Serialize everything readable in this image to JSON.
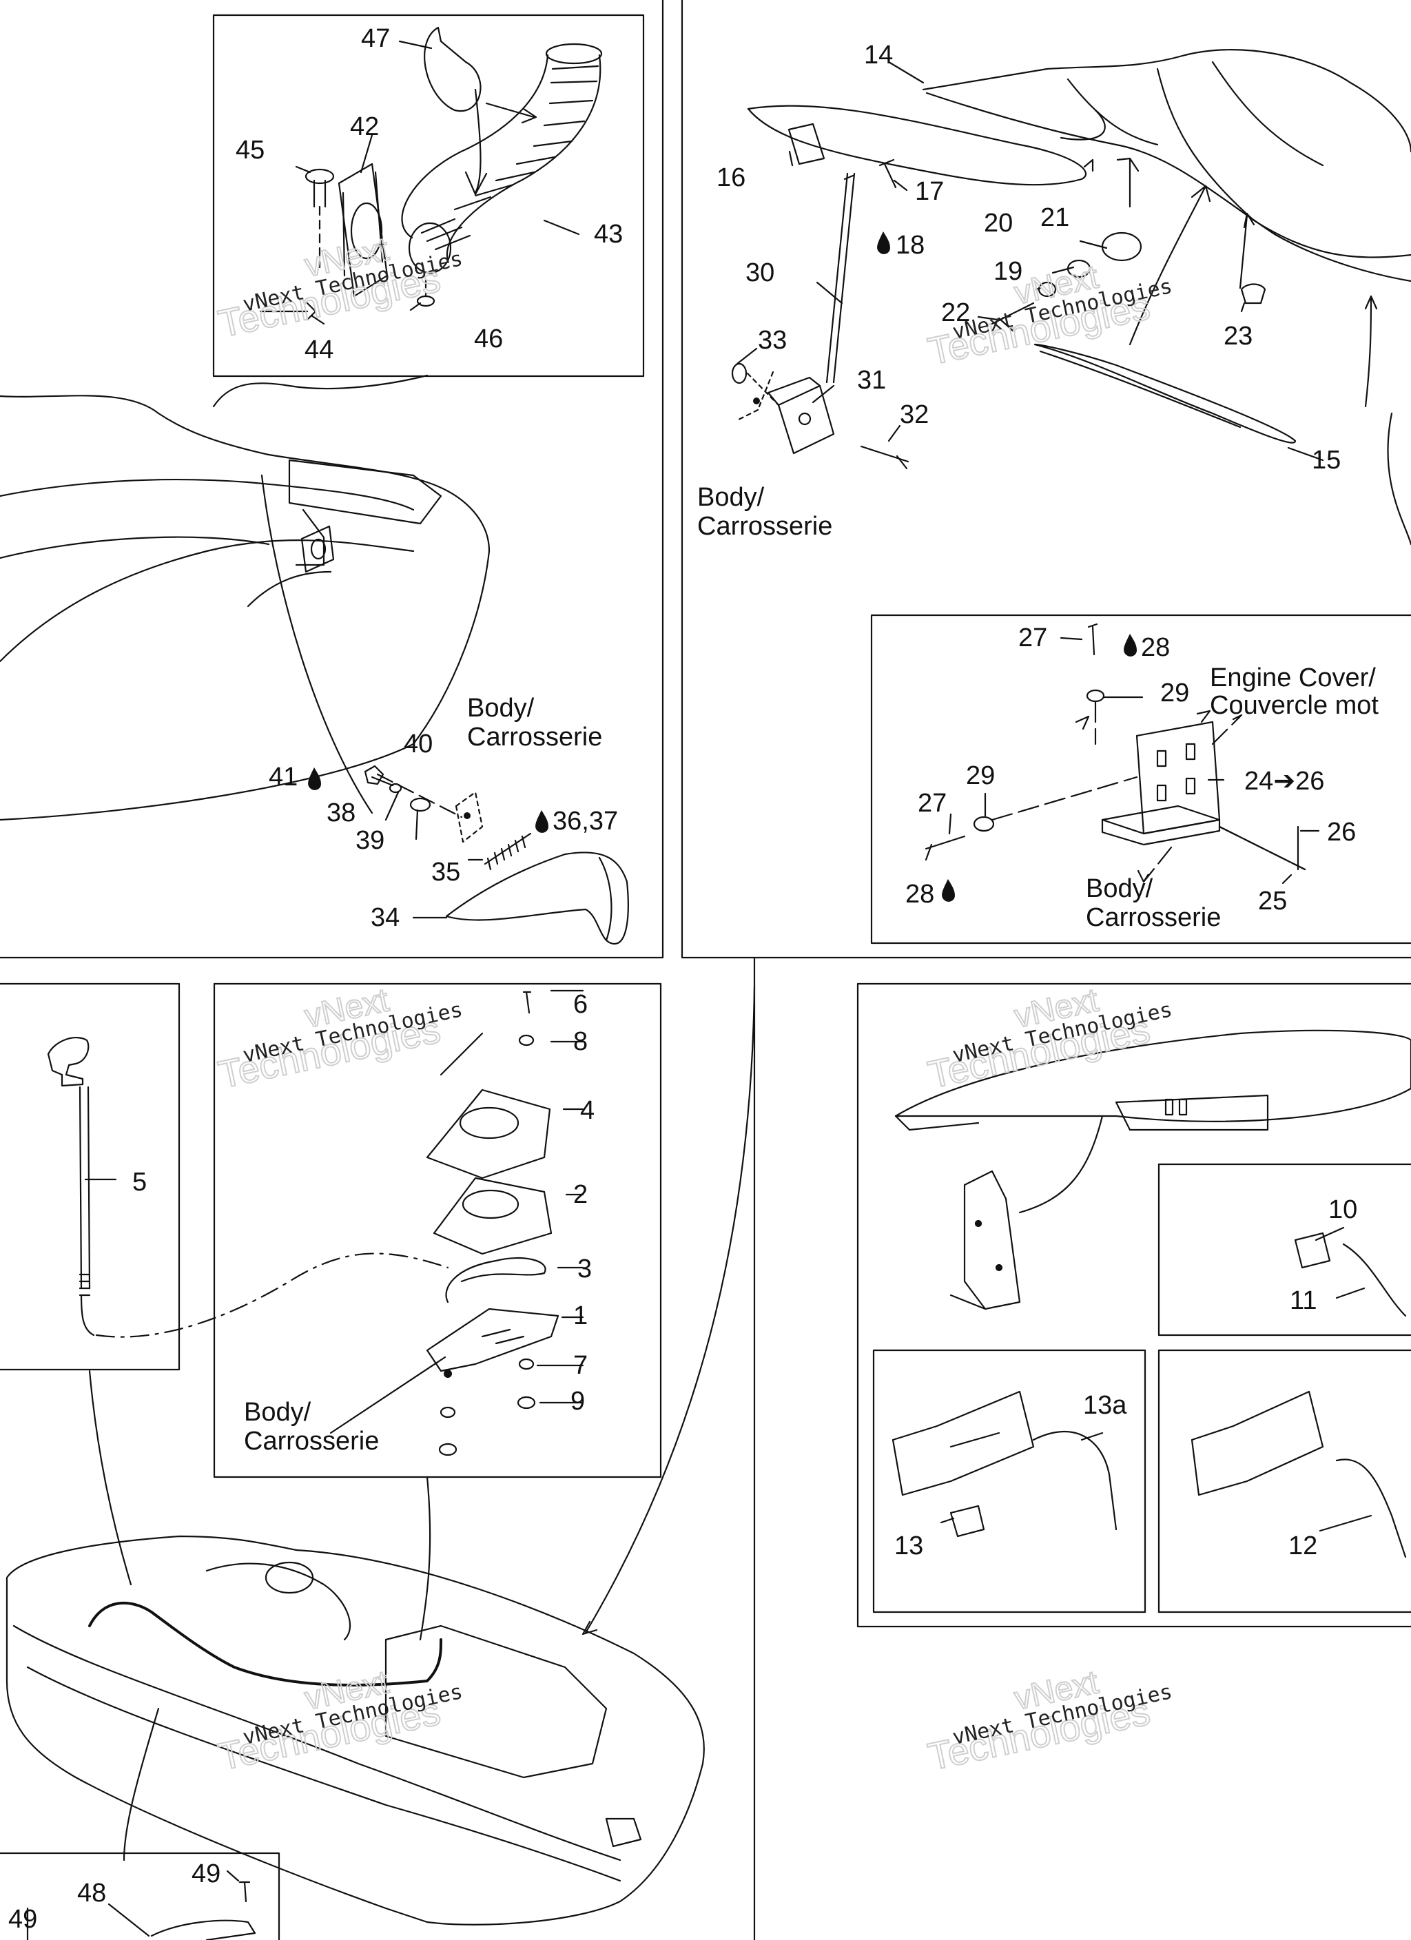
{
  "watermark": {
    "company": "vNext Technologies",
    "outline_top": "vNext",
    "outline_bottom": "Technologies"
  },
  "labels": {
    "body_carrosserie": [
      "Body/",
      "Carrosserie"
    ],
    "engine_cover": [
      "Engine Cover/",
      "Couvercle mot"
    ]
  },
  "callouts": {
    "c47": "47",
    "c42": "42",
    "c45": "45",
    "c43": "43",
    "c46": "46",
    "c44": "44",
    "c14": "14",
    "c16": "16",
    "c17": "17",
    "c18": "18",
    "c30": "30",
    "c20": "20",
    "c21": "21",
    "c19": "19",
    "c22": "22",
    "c23": "23",
    "c33": "33",
    "c31": "31",
    "c32": "32",
    "c15": "15",
    "c40": "40",
    "c41": "41",
    "c38": "38",
    "c39": "39",
    "c35": "35",
    "c36": "36,37",
    "c34": "34",
    "c27a": "27",
    "c28a": "28",
    "c29a": "29",
    "c2426": "24➔26",
    "c29b": "29",
    "c27b": "27",
    "c26": "26",
    "c28b": "28",
    "c25": "25",
    "c5": "5",
    "c6": "6",
    "c8": "8",
    "c4": "4",
    "c2": "2",
    "c3": "3",
    "c1": "1",
    "c7": "7",
    "c9": "9",
    "c10": "10",
    "c11": "11",
    "c13a": "13a",
    "c13": "13",
    "c12": "12",
    "c49a": "49",
    "c48": "48",
    "c49b": "49"
  },
  "colors": {
    "line": "#111111",
    "watermark_outline": "#cfcfcf",
    "background": "#ffffff"
  }
}
